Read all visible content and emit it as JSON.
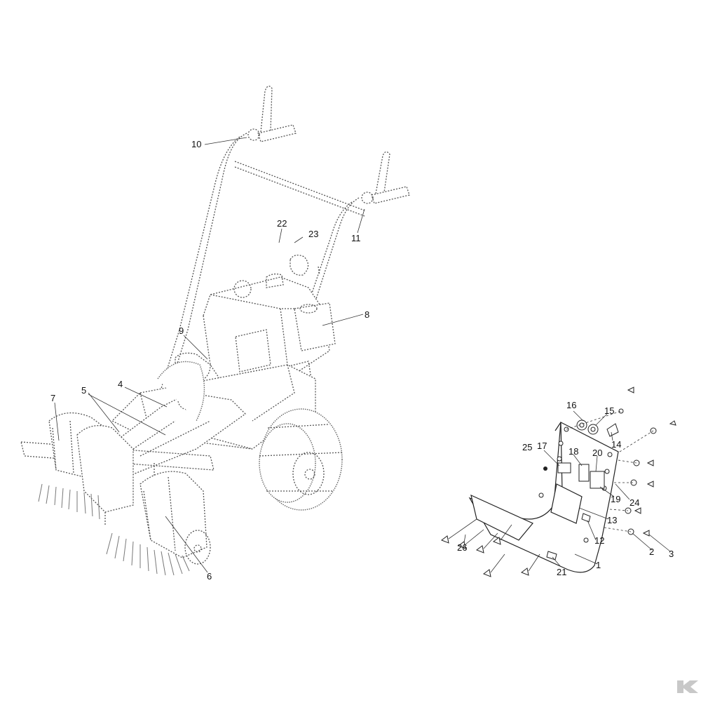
{
  "callouts": [
    {
      "id": "1",
      "text": "1"
    },
    {
      "id": "2",
      "text": "2"
    },
    {
      "id": "3",
      "text": "3"
    },
    {
      "id": "4",
      "text": "4"
    },
    {
      "id": "5",
      "text": "5"
    },
    {
      "id": "6",
      "text": "6"
    },
    {
      "id": "7",
      "text": "7"
    },
    {
      "id": "8",
      "text": "8"
    },
    {
      "id": "9",
      "text": "9"
    },
    {
      "id": "10",
      "text": "10"
    },
    {
      "id": "11",
      "text": "11"
    },
    {
      "id": "12",
      "text": "12"
    },
    {
      "id": "13",
      "text": "13"
    },
    {
      "id": "14",
      "text": "14"
    },
    {
      "id": "15",
      "text": "15"
    },
    {
      "id": "16",
      "text": "16"
    },
    {
      "id": "17",
      "text": "17"
    },
    {
      "id": "18",
      "text": "18"
    },
    {
      "id": "19",
      "text": "19"
    },
    {
      "id": "20",
      "text": "20"
    },
    {
      "id": "21",
      "text": "21"
    },
    {
      "id": "22",
      "text": "22"
    },
    {
      "id": "23",
      "text": "23"
    },
    {
      "id": "24",
      "text": "24"
    },
    {
      "id": "25",
      "text": "25"
    },
    {
      "id": "26",
      "text": "26"
    }
  ],
  "logo": {
    "icon": "k-brand-logo-icon",
    "color": "#c8c8c8"
  }
}
